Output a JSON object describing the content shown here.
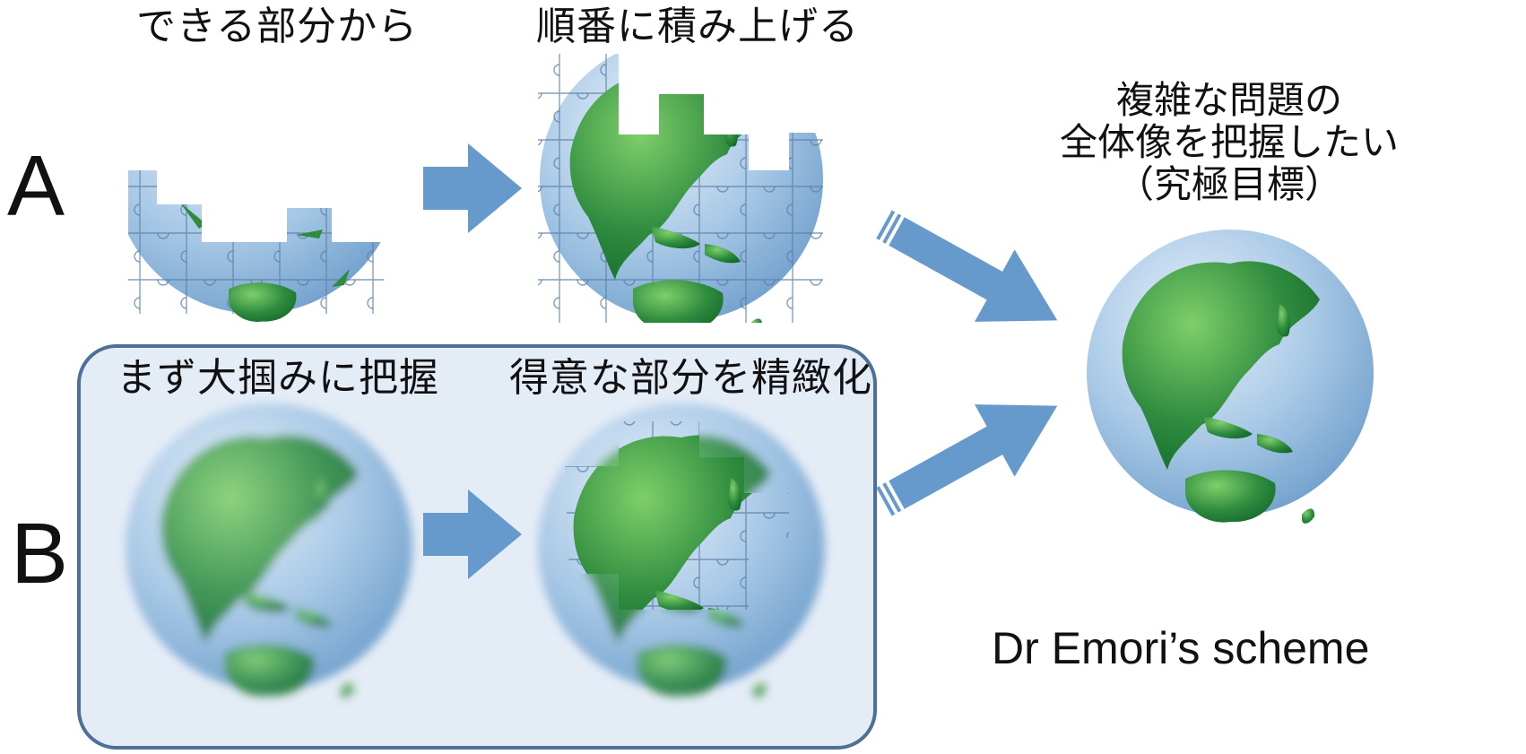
{
  "row_a": {
    "label": "A",
    "step1_caption": "できる部分から",
    "step2_caption": "順番に積み上げる"
  },
  "row_b": {
    "label": "B",
    "step1_caption": "まず大掴みに把握",
    "step2_caption": "得意な部分を精緻化"
  },
  "goal": {
    "line1": "複雑な問題の",
    "line2": "全体像を把握したい",
    "line3": "（究極目標）"
  },
  "credit": "Dr Emori’s scheme",
  "colors": {
    "arrow": "#6699cc",
    "ocean": "#a9c9e6",
    "land": "#2e8b3e",
    "panel_border": "#4e6f98",
    "panel_fill": "#e4ecf6"
  },
  "icons": [
    "globe-icon",
    "puzzle-piece-icon",
    "right-arrow-icon",
    "diagonal-arrow-icon"
  ]
}
